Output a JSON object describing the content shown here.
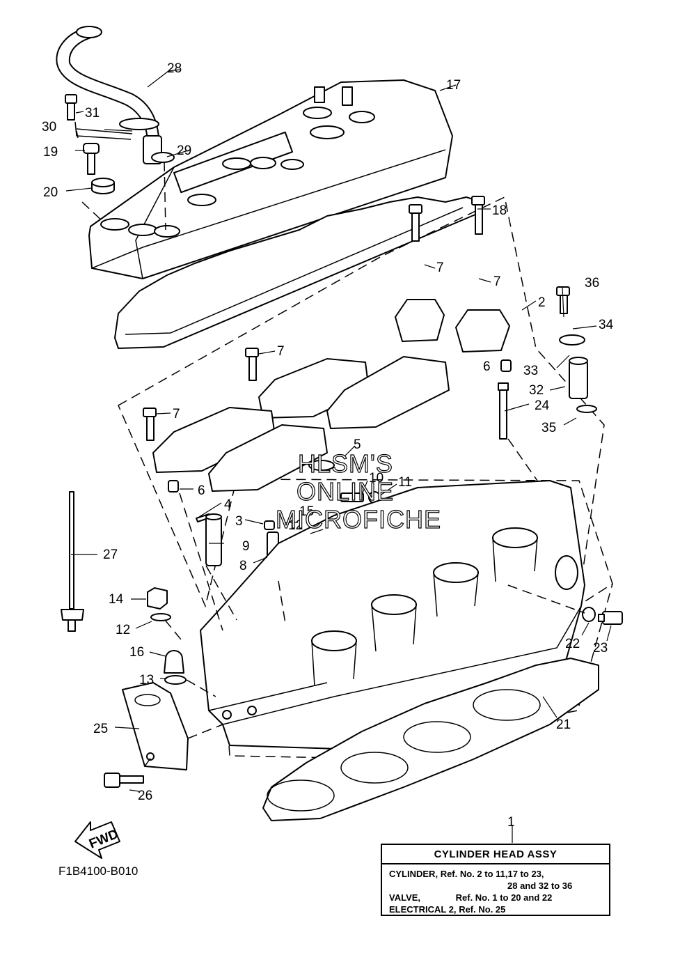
{
  "diagram_code": "F1B4100-B010",
  "watermark": [
    "HLSM'S",
    "ONLINE",
    "MICROFICHE"
  ],
  "fwd_label": "FWD",
  "callouts": [
    "1",
    "2",
    "3",
    "4",
    "5",
    "6",
    "6",
    "7",
    "7",
    "7",
    "7",
    "8",
    "9",
    "10",
    "11",
    "12",
    "12",
    "13",
    "14",
    "15",
    "16",
    "17",
    "18",
    "19",
    "20",
    "21",
    "22",
    "23",
    "24",
    "25",
    "26",
    "27",
    "28",
    "29",
    "30",
    "31",
    "32",
    "33",
    "34",
    "35",
    "36"
  ],
  "legend": {
    "title": "CYLINDER HEAD ASSY",
    "rows": [
      {
        "key": "CYLINDER,",
        "value": "Ref. No. 2 to 11,17 to 23,"
      },
      {
        "key": "",
        "value": "28 and 32 to 36"
      },
      {
        "key": "VALVE,",
        "value": "Ref. No. 1 to 20 and 22"
      },
      {
        "key": "ELECTRICAL 2,",
        "value": "Ref. No. 25"
      }
    ]
  }
}
